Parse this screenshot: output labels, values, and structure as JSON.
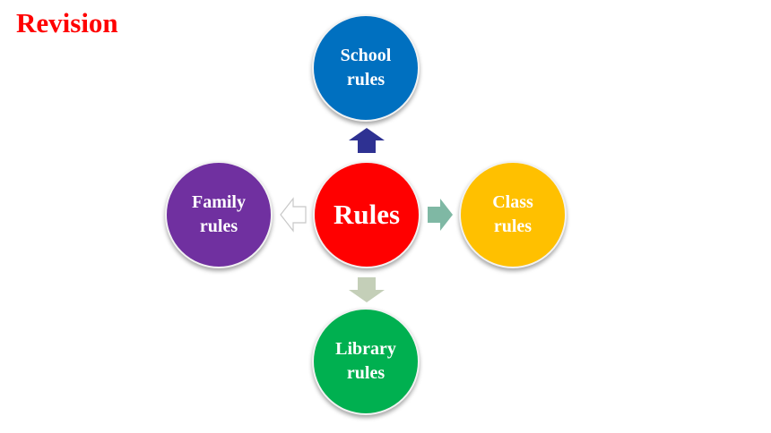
{
  "title": "Revision",
  "center": {
    "label": "Rules",
    "color": "#ff0000"
  },
  "nodes": {
    "school": {
      "line1": "School",
      "line2": "rules",
      "color": "#0070c0"
    },
    "family": {
      "line1": "Family",
      "line2": "rules",
      "color": "#7030a0"
    },
    "class": {
      "line1": "Class",
      "line2": "rules",
      "color": "#ffc000"
    },
    "library": {
      "line1": "Library",
      "line2": "rules",
      "color": "#00b050"
    }
  },
  "arrows": {
    "up": {
      "color": "#2e3192"
    },
    "left": {
      "color": "#ffffff",
      "stroke": "#c8c8c8"
    },
    "right": {
      "color": "#7fb8a4"
    },
    "down": {
      "color": "#c4cfb8"
    }
  }
}
